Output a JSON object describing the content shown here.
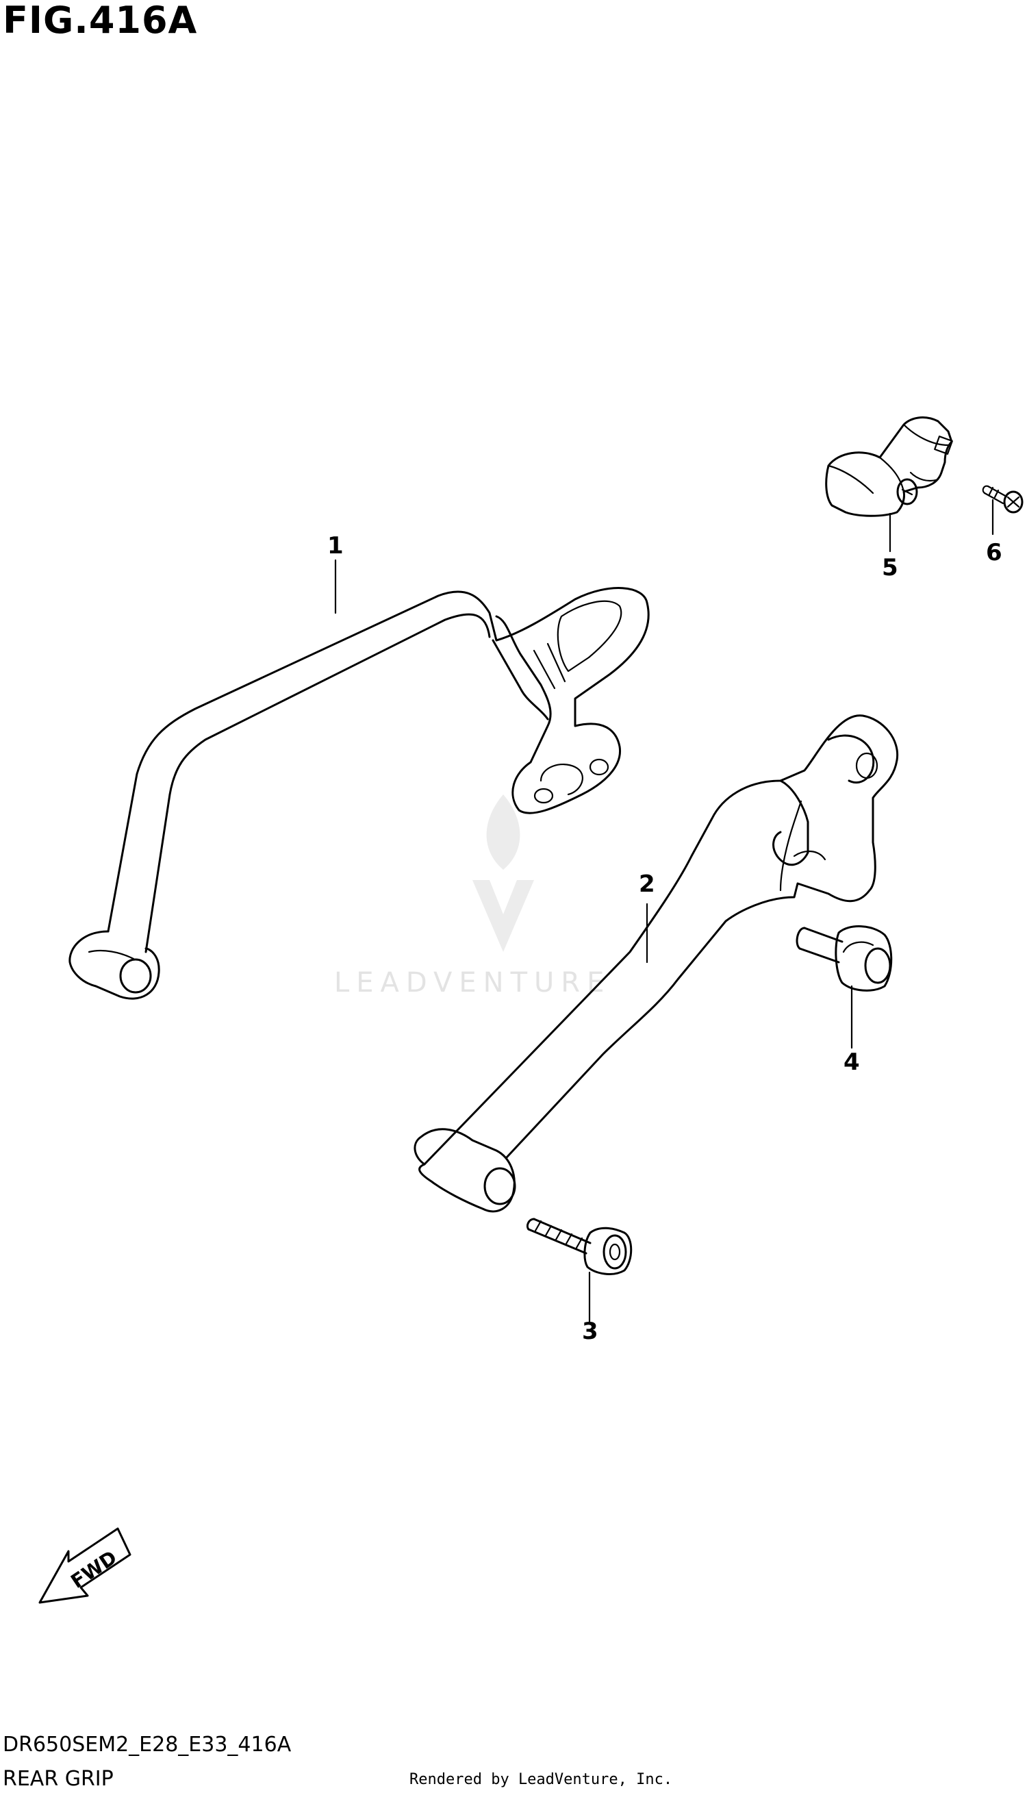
{
  "figure": {
    "title": "FIG.416A",
    "code": "DR650SEM2_E28_E33_416A",
    "name": "REAR GRIP",
    "credit": "Rendered by LeadVenture, Inc."
  },
  "watermark": {
    "text": "LEADVENTURE"
  },
  "fwd_arrow": {
    "label": "FWD"
  },
  "callouts": [
    {
      "id": "1",
      "part": "grip-left"
    },
    {
      "id": "2",
      "part": "grip-right"
    },
    {
      "id": "3",
      "part": "bolt-socket"
    },
    {
      "id": "4",
      "part": "bolt-flange"
    },
    {
      "id": "5",
      "part": "clamp"
    },
    {
      "id": "6",
      "part": "screw"
    }
  ]
}
